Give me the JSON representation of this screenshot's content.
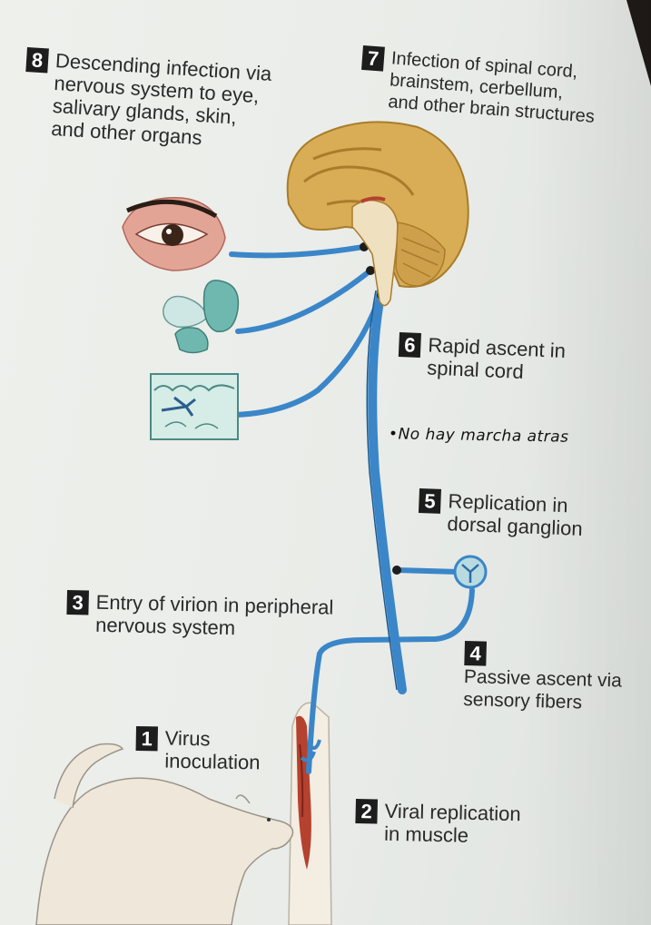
{
  "steps": {
    "s1": {
      "number": "1",
      "text": "Virus\ninoculation"
    },
    "s2": {
      "number": "2",
      "text": "Viral replication\nin muscle"
    },
    "s3": {
      "number": "3",
      "text": "Entry of virion in peripheral\nnervous system"
    },
    "s4": {
      "number": "4",
      "text": "Passive ascent via\nsensory fibers"
    },
    "s5": {
      "number": "5",
      "text": "Replication in\ndorsal ganglion"
    },
    "s6": {
      "number": "6",
      "text": "Rapid ascent in\nspinal cord"
    },
    "s7": {
      "number": "7",
      "text": "Infection of spinal cord,\nbrainstem, cerbellum,\nand other brain structures"
    },
    "s8": {
      "number": "8",
      "text": "Descending infection via\nnervous system to eye,\nsalivary glands, skin,\nand other organs"
    }
  },
  "handwritten_note": "•No hay marcha atras",
  "colors": {
    "nerve": "#3a86c8",
    "brain": "#d9ad55",
    "skin": "#f0e6d4"
  }
}
